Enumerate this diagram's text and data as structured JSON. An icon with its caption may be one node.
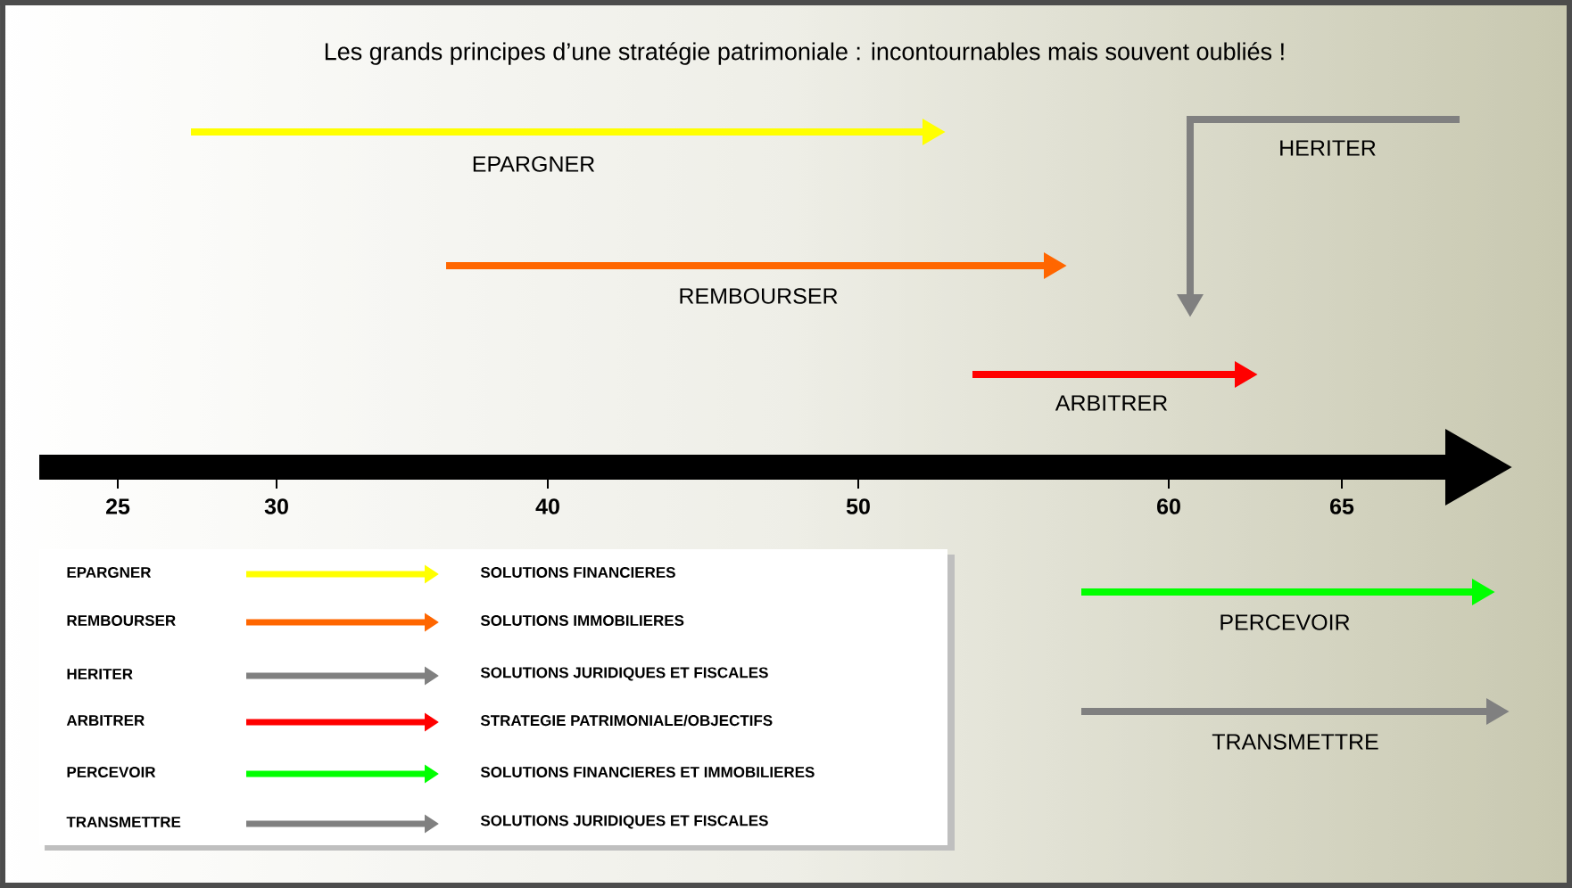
{
  "diagram": {
    "title": "Les grands principes d’une stratégie patrimoniale : incontournables mais souvent oubliés !",
    "labels": [
      "EPARGNER",
      "HERITER",
      "REMBOURSER",
      "ARBITRER",
      "25",
      "30",
      "40",
      "50",
      "60",
      "65",
      "PERCEVOIR",
      "TRANSMETTRE",
      "EPARGNER",
      "SOLUTIONS FINANCIERES",
      "REMBOURSER",
      "SOLUTIONS IMMOBILIERES",
      "HERITER",
      "SOLUTIONS JURIDIQUES ET FISCALES",
      "ARBITRER",
      "STRATEGIE PATRIMONIALE/OBJECTIFS",
      "PERCEVOIR",
      "SOLUTIONS FINANCIERES ET IMMOBILIERES",
      "TRANSMETTRE",
      "SOLUTIONS JURIDIQUES ET FISCALES"
    ]
  }
}
